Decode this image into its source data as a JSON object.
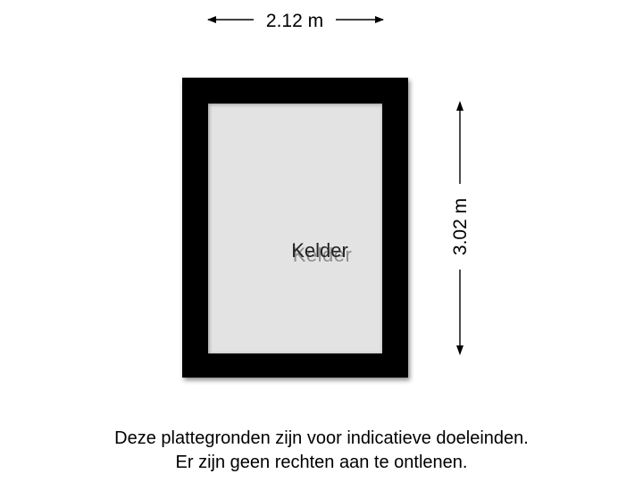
{
  "plan": {
    "width_label": "2.12 m",
    "height_label": "3.02 m",
    "room": {
      "name": "Kelder"
    }
  },
  "disclaimer": {
    "line1": "Deze plattegronden zijn voor indicatieve doeleinden.",
    "line2": "Er zijn geen rechten aan te ontlenen."
  }
}
